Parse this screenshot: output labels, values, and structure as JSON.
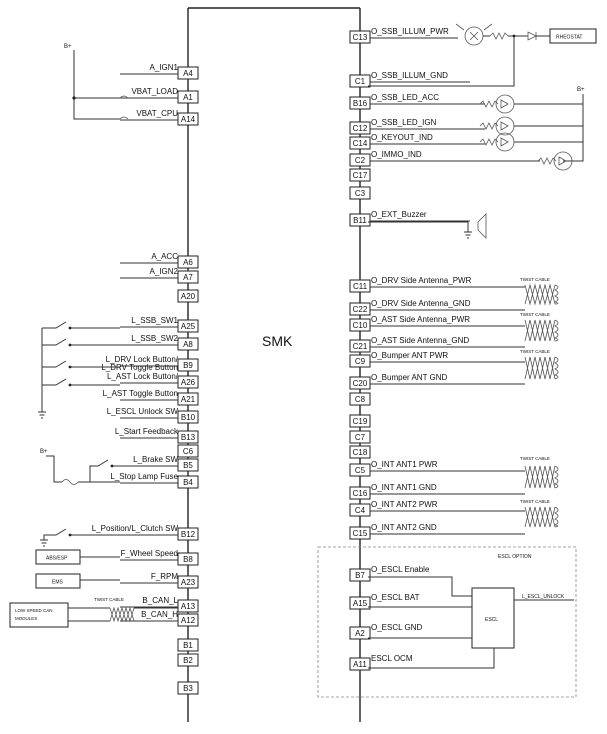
{
  "module": {
    "label": "SMK"
  },
  "supply_labels": {
    "b_plus": "B+"
  },
  "left_pins": [
    {
      "pin": "A4",
      "signal": "A_IGN1"
    },
    {
      "pin": "A1",
      "signal": "VBAT_LOAD"
    },
    {
      "pin": "A14",
      "signal": "VBAT_CPU"
    },
    {
      "pin": "A6",
      "signal": "A_ACC"
    },
    {
      "pin": "A7",
      "signal": "A_IGN2"
    },
    {
      "pin": "A20",
      "signal": ""
    },
    {
      "pin": "A25",
      "signal": "L_SSB_SW1"
    },
    {
      "pin": "A8",
      "signal": "L_SSB_SW2"
    },
    {
      "pin": "B9",
      "signal": "L_DRV Lock Button/",
      "signal2": "L_DRV Toggle Button"
    },
    {
      "pin": "A26",
      "signal": "L_AST Lock Button/"
    },
    {
      "pin": "A21",
      "signal": "L_AST Toggle Button"
    },
    {
      "pin": "B10",
      "signal": "L_ESCL Unlock SW"
    },
    {
      "pin": "B13",
      "signal": "L_Start Feedback"
    },
    {
      "pin": "C6",
      "signal": ""
    },
    {
      "pin": "B5",
      "signal": "L_Brake SW"
    },
    {
      "pin": "B4",
      "signal": "L_Stop Lamp Fuse"
    },
    {
      "pin": "B12",
      "signal": "L_Position/L_Clutch SW"
    },
    {
      "pin": "B8",
      "signal": "F_Wheel Speed"
    },
    {
      "pin": "A23",
      "signal": "F_RPM"
    },
    {
      "pin": "A13",
      "signal": "B_CAN_L"
    },
    {
      "pin": "A12",
      "signal": "B_CAN_H"
    },
    {
      "pin": "B1",
      "signal": ""
    },
    {
      "pin": "B2",
      "signal": ""
    },
    {
      "pin": "B3",
      "signal": ""
    }
  ],
  "right_pins": [
    {
      "pin": "C13",
      "signal": "O_SSB_ILLUM_PWR"
    },
    {
      "pin": "C1",
      "signal": "O_SSB_ILLUM_GND"
    },
    {
      "pin": "B16",
      "signal": "O_SSB_LED_ACC"
    },
    {
      "pin": "C12",
      "signal": "O_SSB_LED_IGN"
    },
    {
      "pin": "C14",
      "signal": "O_KEYOUT_IND"
    },
    {
      "pin": "C2",
      "signal": "O_IMMO_IND"
    },
    {
      "pin": "C17",
      "signal": ""
    },
    {
      "pin": "C3",
      "signal": ""
    },
    {
      "pin": "B11",
      "signal": "O_EXT_Buzzer"
    },
    {
      "pin": "C11",
      "signal": "O_DRV Side Antenna_PWR"
    },
    {
      "pin": "C22",
      "signal": "O_DRV Side Antenna_GND"
    },
    {
      "pin": "C10",
      "signal": "O_AST Side Antenna_PWR"
    },
    {
      "pin": "C21",
      "signal": "O_AST Side Antenna_GND"
    },
    {
      "pin": "C9",
      "signal": "O_Bumper ANT PWR"
    },
    {
      "pin": "C20",
      "signal": "O_Bumper ANT GND"
    },
    {
      "pin": "C8",
      "signal": ""
    },
    {
      "pin": "C19",
      "signal": ""
    },
    {
      "pin": "C7",
      "signal": ""
    },
    {
      "pin": "C18",
      "signal": ""
    },
    {
      "pin": "C5",
      "signal": "O_INT ANT1 PWR"
    },
    {
      "pin": "C16",
      "signal": "O_INT ANT1 GND"
    },
    {
      "pin": "C4",
      "signal": "O_INT ANT2 PWR"
    },
    {
      "pin": "C15",
      "signal": "O_INT ANT2 GND"
    },
    {
      "pin": "B7",
      "signal": "O_ESCL Enable"
    },
    {
      "pin": "A15",
      "signal": "O_ESCL BAT"
    },
    {
      "pin": "A2",
      "signal": "O_ESCL GND"
    },
    {
      "pin": "A11",
      "signal": "ESCL OCM"
    }
  ],
  "components": {
    "rheostat": "RHEOSTAT",
    "twist_cable": "TWIST CABLE",
    "escl_option": "ESCL OPTION",
    "escl": "ESCL",
    "escl_unlock": "L_ESCL_UNLOCK",
    "abs_esp": "ABS/ESP",
    "ems": "EMS",
    "low_speed_can_1": "LOW SPEED CAN",
    "low_speed_can_2": "MODULES"
  }
}
